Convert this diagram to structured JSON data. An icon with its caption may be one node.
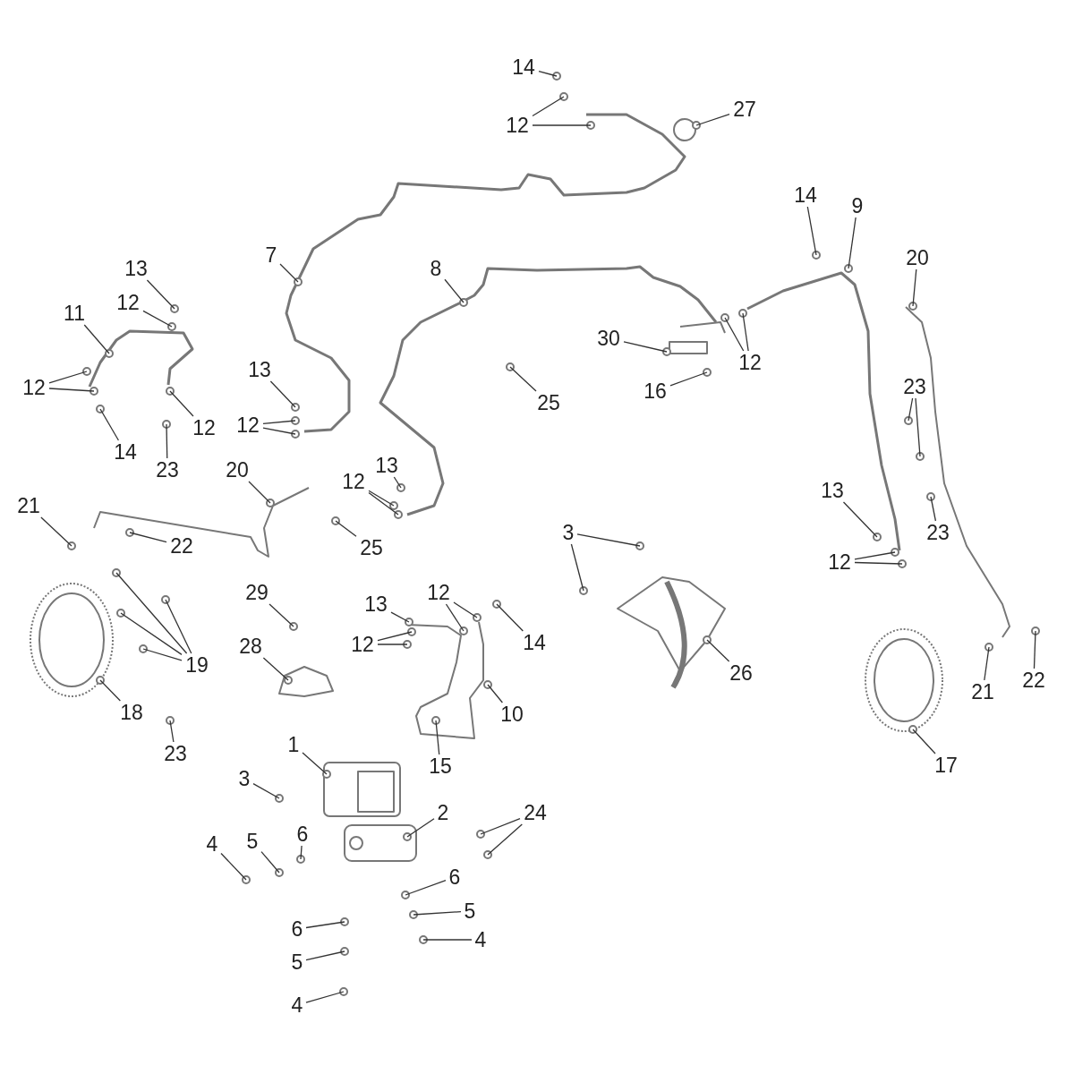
{
  "diagram": {
    "nodes": [
      {
        "text": [
          "14"
        ]
      },
      {
        "text": [
          "12"
        ]
      },
      {
        "text": [
          "27"
        ]
      },
      {
        "text": [
          "14"
        ]
      },
      {
        "text": [
          "9"
        ]
      },
      {
        "text": [
          "7"
        ]
      },
      {
        "text": [
          "20"
        ]
      },
      {
        "text": [
          "13"
        ]
      },
      {
        "text": [
          "8"
        ]
      },
      {
        "text": [
          "12"
        ]
      },
      {
        "text": [
          "11"
        ]
      },
      {
        "text": [
          "30"
        ]
      },
      {
        "text": [
          "12"
        ]
      },
      {
        "text": [
          "12"
        ]
      },
      {
        "text": [
          "13"
        ]
      },
      {
        "text": [
          "16"
        ]
      },
      {
        "text": [
          "23"
        ]
      },
      {
        "text": [
          "25"
        ]
      },
      {
        "text": [
          "12"
        ]
      },
      {
        "text": [
          "12"
        ]
      },
      {
        "text": [
          "14"
        ]
      },
      {
        "text": [
          "23"
        ]
      },
      {
        "text": [
          "13"
        ]
      },
      {
        "text": [
          "20"
        ]
      },
      {
        "text": [
          "12"
        ]
      },
      {
        "text": [
          "21"
        ]
      },
      {
        "text": [
          "13"
        ]
      },
      {
        "text": [
          "23"
        ]
      },
      {
        "text": [
          "3"
        ]
      },
      {
        "text": [
          "22"
        ]
      },
      {
        "text": [
          "25"
        ]
      },
      {
        "text": [
          "12"
        ]
      },
      {
        "text": [
          "29"
        ]
      },
      {
        "text": [
          "13"
        ]
      },
      {
        "text": [
          "12"
        ]
      },
      {
        "text": [
          "14"
        ]
      },
      {
        "text": [
          "12"
        ]
      },
      {
        "text": [
          "28"
        ]
      },
      {
        "text": [
          "19"
        ]
      },
      {
        "text": [
          "26"
        ]
      },
      {
        "text": [
          "21"
        ]
      },
      {
        "text": [
          "22"
        ]
      },
      {
        "text": [
          "18"
        ]
      },
      {
        "text": [
          "10"
        ]
      },
      {
        "text": [
          "23"
        ]
      },
      {
        "text": [
          "15"
        ]
      },
      {
        "text": [
          "17"
        ]
      },
      {
        "text": [
          "1"
        ]
      },
      {
        "text": [
          "3"
        ]
      },
      {
        "text": [
          "2"
        ]
      },
      {
        "text": [
          "24"
        ]
      },
      {
        "text": [
          "4"
        ]
      },
      {
        "text": [
          "5"
        ]
      },
      {
        "text": [
          "6"
        ]
      },
      {
        "text": [
          "6"
        ]
      },
      {
        "text": [
          "5"
        ]
      },
      {
        "text": [
          "6"
        ]
      },
      {
        "text": [
          "4"
        ]
      },
      {
        "text": [
          "5"
        ]
      },
      {
        "text": [
          "4"
        ]
      }
    ],
    "edges": [
      {
        "from": 0,
        "to": null,
        "arrow": "none"
      },
      {
        "from": 1,
        "to": null,
        "arrow": "none"
      },
      {
        "from": 1,
        "to": null,
        "arrow": "none"
      },
      {
        "from": 2,
        "to": null,
        "arrow": "none"
      },
      {
        "from": 3,
        "to": null,
        "arrow": "none"
      },
      {
        "from": 4,
        "to": null,
        "arrow": "none"
      },
      {
        "from": 5,
        "to": null,
        "arrow": "none"
      },
      {
        "from": 6,
        "to": null,
        "arrow": "none"
      },
      {
        "from": 7,
        "to": null,
        "arrow": "none"
      },
      {
        "from": 8,
        "to": null,
        "arrow": "none"
      },
      {
        "from": 9,
        "to": null,
        "arrow": "none"
      },
      {
        "from": 10,
        "to": null,
        "arrow": "none"
      },
      {
        "from": 11,
        "to": null,
        "arrow": "none"
      },
      {
        "from": 12,
        "to": null,
        "arrow": "none"
      },
      {
        "from": 12,
        "to": null,
        "arrow": "none"
      },
      {
        "from": 13,
        "to": null,
        "arrow": "none"
      },
      {
        "from": 13,
        "to": null,
        "arrow": "none"
      },
      {
        "from": 14,
        "to": null,
        "arrow": "none"
      },
      {
        "from": 15,
        "to": null,
        "arrow": "none"
      },
      {
        "from": 16,
        "to": null,
        "arrow": "none"
      },
      {
        "from": 16,
        "to": null,
        "arrow": "none"
      },
      {
        "from": 17,
        "to": null,
        "arrow": "none"
      },
      {
        "from": 18,
        "to": null,
        "arrow": "none"
      },
      {
        "from": 19,
        "to": null,
        "arrow": "none"
      },
      {
        "from": 19,
        "to": null,
        "arrow": "none"
      },
      {
        "from": 20,
        "to": null,
        "arrow": "none"
      },
      {
        "from": 21,
        "to": null,
        "arrow": "none"
      },
      {
        "from": 22,
        "to": null,
        "arrow": "none"
      },
      {
        "from": 23,
        "to": null,
        "arrow": "none"
      },
      {
        "from": 24,
        "to": null,
        "arrow": "none"
      },
      {
        "from": 24,
        "to": null,
        "arrow": "none"
      },
      {
        "from": 25,
        "to": null,
        "arrow": "none"
      },
      {
        "from": 26,
        "to": null,
        "arrow": "none"
      },
      {
        "from": 27,
        "to": null,
        "arrow": "none"
      },
      {
        "from": 28,
        "to": null,
        "arrow": "none"
      },
      {
        "from": 28,
        "to": null,
        "arrow": "none"
      },
      {
        "from": 29,
        "to": null,
        "arrow": "none"
      },
      {
        "from": 30,
        "to": null,
        "arrow": "none"
      },
      {
        "from": 31,
        "to": null,
        "arrow": "none"
      },
      {
        "from": 31,
        "to": null,
        "arrow": "none"
      },
      {
        "from": 32,
        "to": null,
        "arrow": "none"
      },
      {
        "from": 33,
        "to": null,
        "arrow": "none"
      },
      {
        "from": 34,
        "to": null,
        "arrow": "none"
      },
      {
        "from": 34,
        "to": null,
        "arrow": "none"
      },
      {
        "from": 35,
        "to": null,
        "arrow": "none"
      },
      {
        "from": 36,
        "to": null,
        "arrow": "none"
      },
      {
        "from": 36,
        "to": null,
        "arrow": "none"
      },
      {
        "from": 37,
        "to": null,
        "arrow": "none"
      },
      {
        "from": 38,
        "to": null,
        "arrow": "none"
      },
      {
        "from": 38,
        "to": null,
        "arrow": "none"
      },
      {
        "from": 38,
        "to": null,
        "arrow": "none"
      },
      {
        "from": 38,
        "to": null,
        "arrow": "none"
      },
      {
        "from": 39,
        "to": null,
        "arrow": "none"
      },
      {
        "from": 40,
        "to": null,
        "arrow": "none"
      },
      {
        "from": 41,
        "to": null,
        "arrow": "none"
      },
      {
        "from": 42,
        "to": null,
        "arrow": "none"
      },
      {
        "from": 43,
        "to": null,
        "arrow": "none"
      },
      {
        "from": 44,
        "to": null,
        "arrow": "none"
      },
      {
        "from": 45,
        "to": null,
        "arrow": "none"
      },
      {
        "from": 46,
        "to": null,
        "arrow": "none"
      },
      {
        "from": 47,
        "to": null,
        "arrow": "none"
      },
      {
        "from": 48,
        "to": null,
        "arrow": "none"
      },
      {
        "from": 49,
        "to": null,
        "arrow": "none"
      },
      {
        "from": 50,
        "to": null,
        "arrow": "none"
      },
      {
        "from": 50,
        "to": null,
        "arrow": "none"
      },
      {
        "from": 51,
        "to": null,
        "arrow": "none"
      },
      {
        "from": 52,
        "to": null,
        "arrow": "none"
      },
      {
        "from": 53,
        "to": null,
        "arrow": "none"
      },
      {
        "from": 54,
        "to": null,
        "arrow": "none"
      },
      {
        "from": 55,
        "to": null,
        "arrow": "none"
      },
      {
        "from": 56,
        "to": null,
        "arrow": "none"
      },
      {
        "from": 57,
        "to": null,
        "arrow": "none"
      },
      {
        "from": 58,
        "to": null,
        "arrow": "none"
      },
      {
        "from": 59,
        "to": null,
        "arrow": "none"
      }
    ]
  }
}
